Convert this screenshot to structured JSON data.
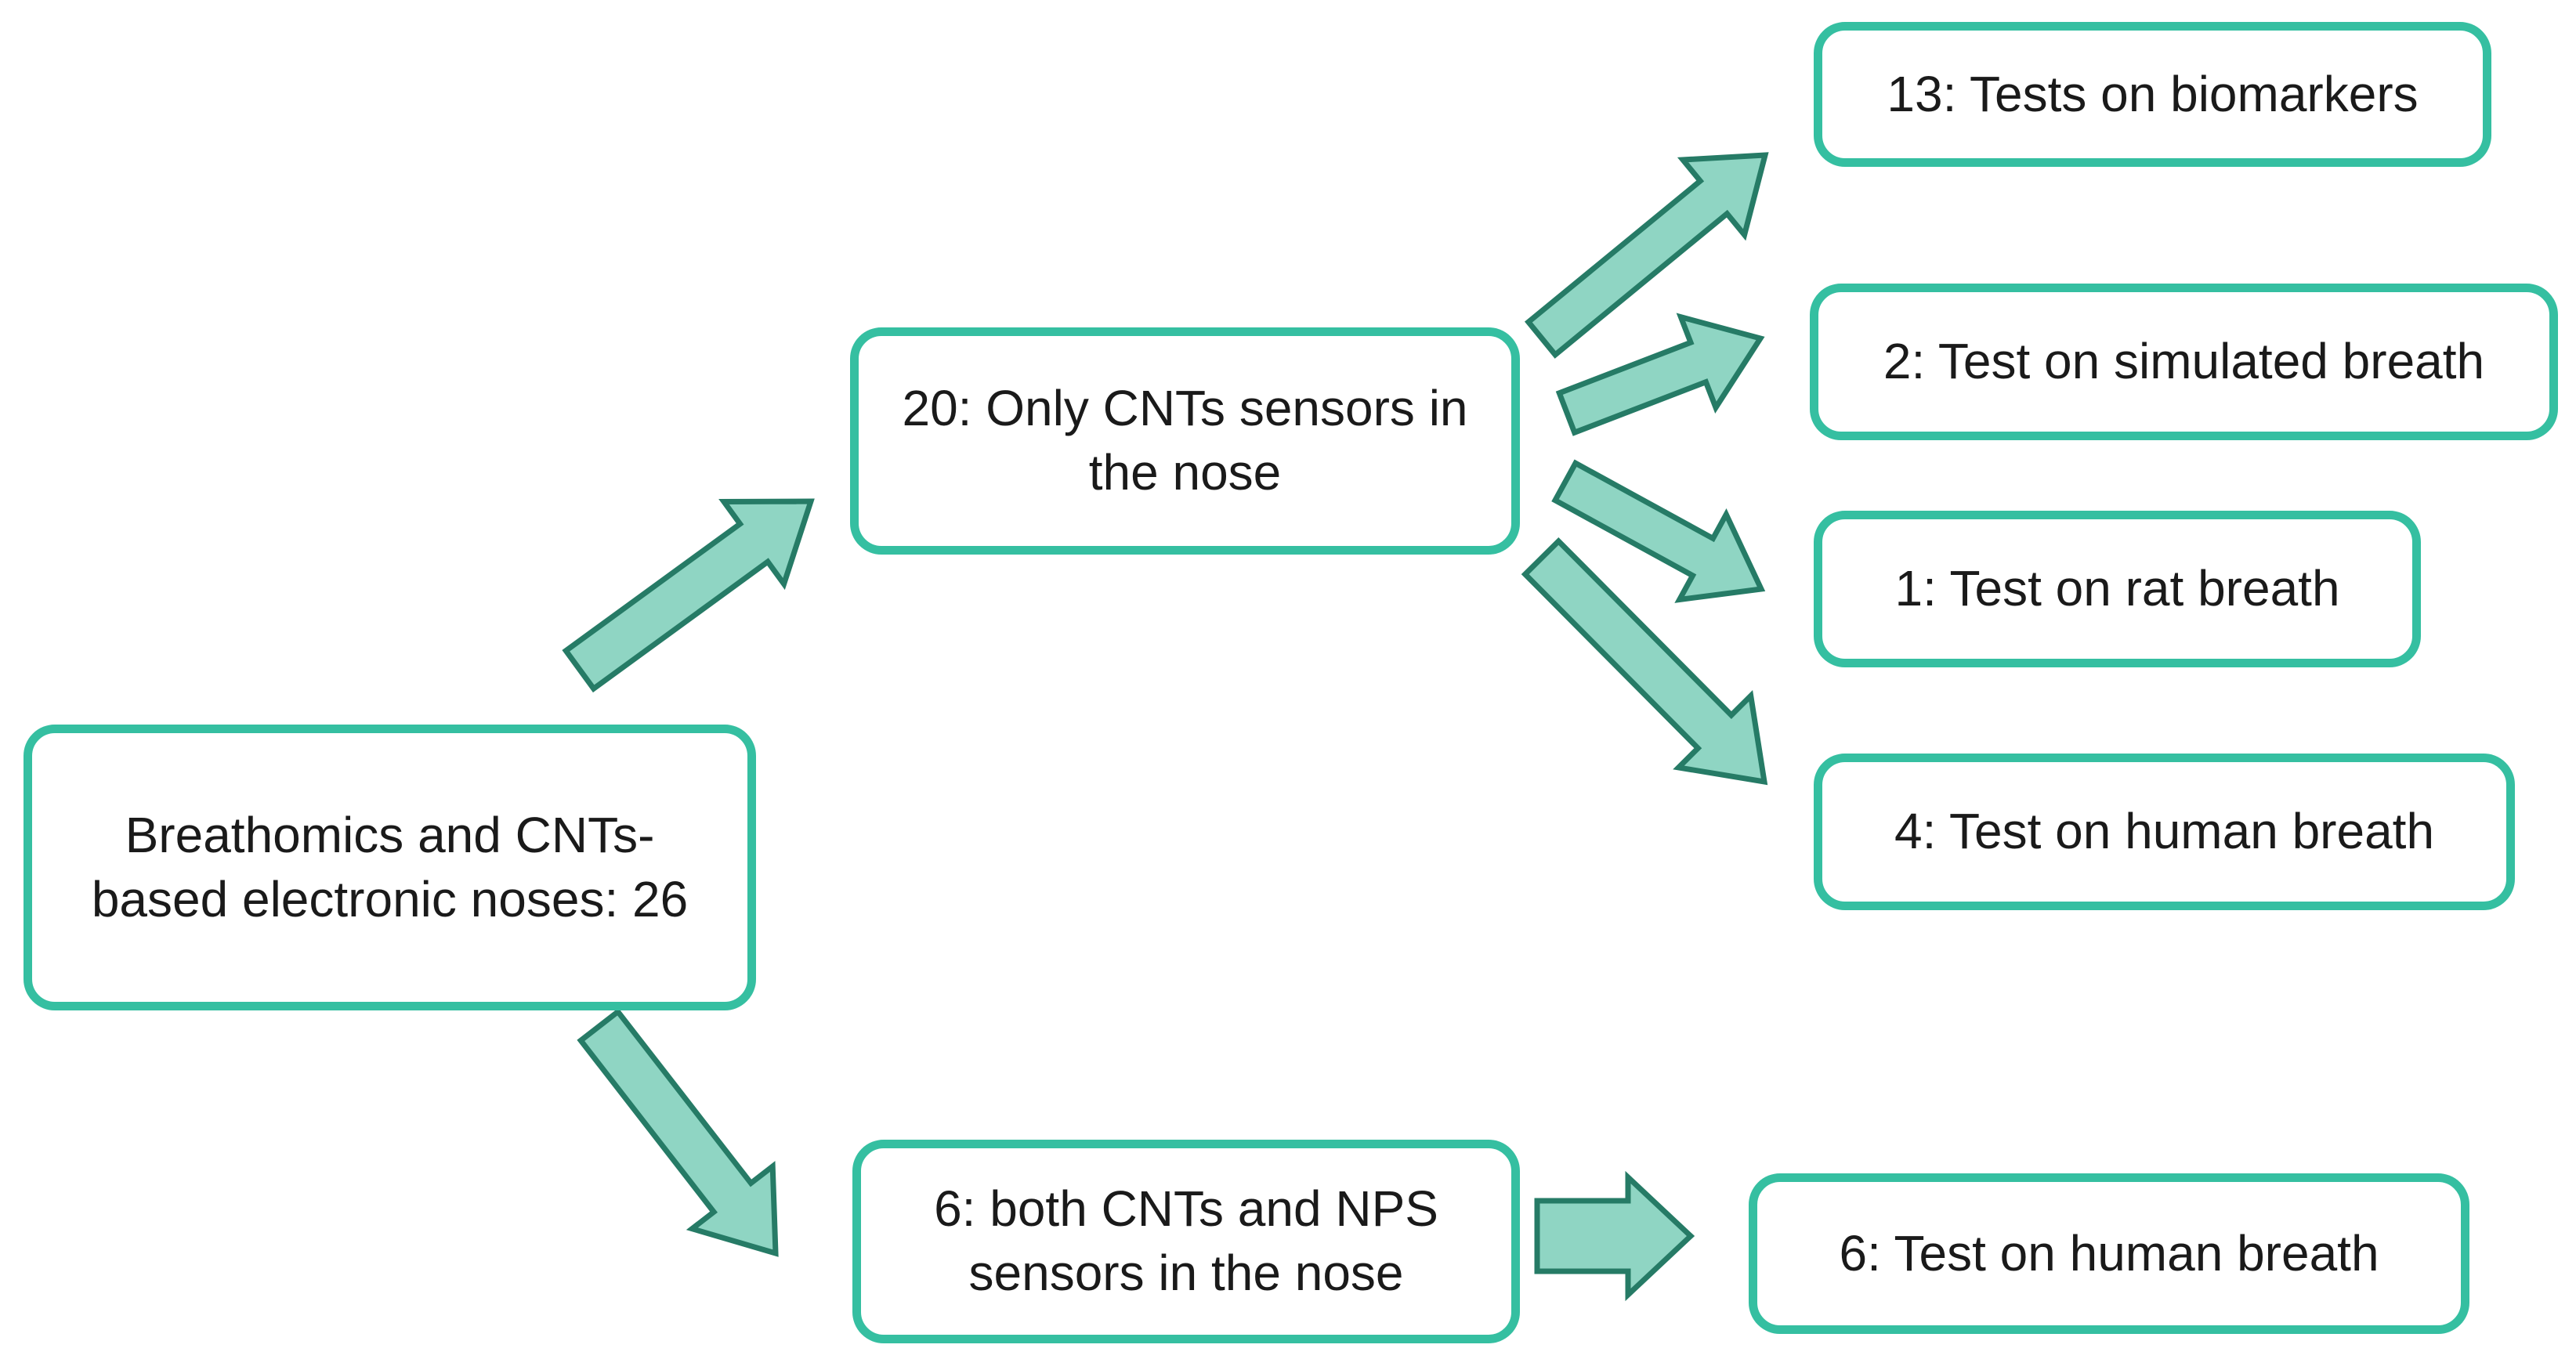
{
  "figure": {
    "type": "flowchart",
    "background": "#ffffff",
    "palette": {
      "box_border": "#35bfa1",
      "box_fill": "#ffffff",
      "arrow_fill": "#8fd5c3",
      "arrow_outline": "#267b66",
      "text_color": "#1a1a1a"
    },
    "nodes": {
      "root": {
        "label": "Breathomics and CNTs-based electronic noses: 26",
        "count": 26,
        "lines": [
          "Breathomics and CNTs-",
          "based electronic noses: 26"
        ]
      },
      "cnts_only": {
        "label": "20: Only CNTs sensors in the nose",
        "count": 20,
        "lines": [
          "20: Only CNTs sensors in",
          "the nose"
        ]
      },
      "cnts_nps": {
        "label": "6: both CNTs and NPS sensors in the nose",
        "count": 6,
        "lines": [
          "6: both CNTs and NPS",
          "sensors in the nose"
        ]
      },
      "tests_biomarkers": {
        "label": "13: Tests on biomarkers",
        "count": 13
      },
      "test_simulated": {
        "label": "2: Test on simulated breath",
        "count": 2
      },
      "test_rat": {
        "label": "1: Test on rat breath",
        "count": 1
      },
      "test_human_4": {
        "label": "4: Test on human breath",
        "count": 4
      },
      "test_human_6": {
        "label": "6: Test on human breath",
        "count": 6
      }
    },
    "edges": [
      {
        "from": "root",
        "to": "cnts_only"
      },
      {
        "from": "root",
        "to": "cnts_nps"
      },
      {
        "from": "cnts_only",
        "to": "tests_biomarkers"
      },
      {
        "from": "cnts_only",
        "to": "test_simulated"
      },
      {
        "from": "cnts_only",
        "to": "test_rat"
      },
      {
        "from": "cnts_only",
        "to": "test_human_4"
      },
      {
        "from": "cnts_nps",
        "to": "test_human_6"
      }
    ]
  }
}
